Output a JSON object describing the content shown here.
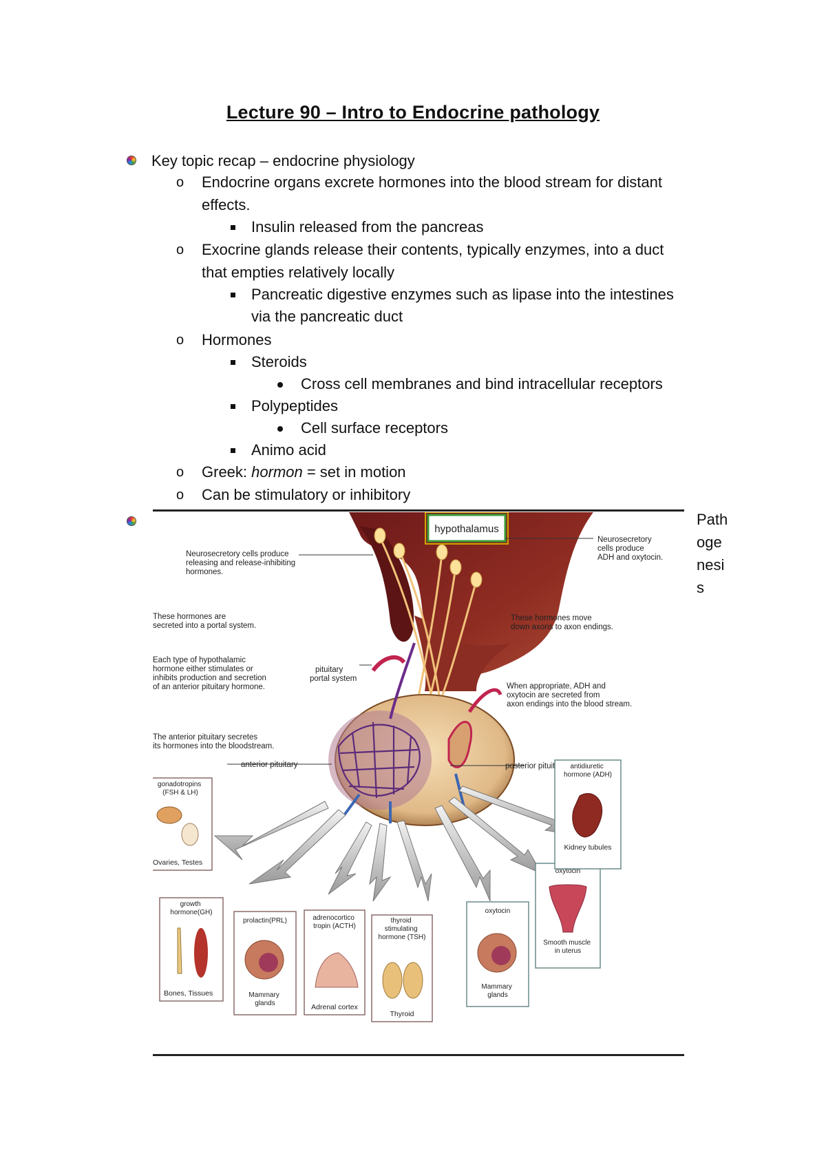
{
  "title": "Lecture 90 – Intro to Endocrine pathology",
  "section1": {
    "heading": "Key topic recap – endocrine physiology",
    "items": [
      {
        "text": [
          "Endocrine organs excrete hormones into the blood stream for distant",
          "effects."
        ],
        "sub": [
          "Insulin released from the pancreas"
        ]
      },
      {
        "text": [
          "Exocrine glands release their contents, typically enzymes, into a duct",
          "that empties relatively locally"
        ],
        "sub": [
          "Pancreatic digestive enzymes such as lipase into the intestines",
          "via the pancreatic duct"
        ]
      },
      {
        "text": [
          "Hormones"
        ],
        "sub_items": [
          {
            "label": "Steroids",
            "detail": "Cross cell membranes and bind intracellular receptors"
          },
          {
            "label": "Polypeptides",
            "detail": "Cell surface receptors"
          },
          {
            "label": "Animo acid"
          }
        ]
      },
      {
        "greek_prefix": "Greek: ",
        "greek_word": "hormon",
        "greek_suffix": " = set in motion"
      },
      {
        "text": [
          "Can be stimulatory or inhibitory"
        ]
      }
    ]
  },
  "section2": {
    "side_label": [
      "Path",
      "oge",
      "nesi",
      "s"
    ]
  },
  "diagram": {
    "hypothalamus_label": "hypothalamus",
    "left_note_1": [
      "Neurosecretory cells produce",
      "releasing and release-inhibiting",
      "hormones."
    ],
    "right_note_1": [
      "Neurosecretory",
      "cells produce",
      "ADH and oxytocin."
    ],
    "left_note_2": [
      "These hormones are",
      "secreted into a portal system."
    ],
    "right_note_2": [
      "These hormones move",
      "down axons to axon endings."
    ],
    "left_note_3": [
      "Each type of hypothalamic",
      "hormone either stimulates or",
      "inhibits production and secretion",
      "of an anterior pituitary hormone."
    ],
    "portal_label": [
      "pituitary",
      "portal system"
    ],
    "right_note_3": [
      "When appropriate, ADH and",
      "oxytocin are secreted from",
      "axon endings into the blood stream."
    ],
    "left_note_4": [
      "The anterior pituitary secretes",
      "its hormones into the bloodstream."
    ],
    "anterior_label": "anterior pituitary",
    "posterior_label": "posterior pituitary",
    "boxes": {
      "gonadotropins": {
        "title": [
          "gonadotropins",
          "(FSH & LH)"
        ],
        "caption": [
          "Ovaries, Testes"
        ]
      },
      "growth": {
        "title": [
          "growth",
          "hormone(GH)"
        ],
        "caption": [
          "Bones, Tissues"
        ]
      },
      "prolactin": {
        "title": [
          "prolactin(PRL)"
        ],
        "caption": [
          "Mammary",
          "glands"
        ]
      },
      "acth": {
        "title": [
          "adrenocortico",
          "tropin (ACTH)"
        ],
        "caption": [
          "Adrenal cortex"
        ]
      },
      "tsh": {
        "title": [
          "thyroid",
          "stimulating",
          "hormone (TSH)"
        ],
        "caption": [
          "Thyroid"
        ]
      },
      "oxytocin_mammary": {
        "title": [
          "oxytocin"
        ],
        "caption": [
          "Mammary",
          "glands"
        ]
      },
      "oxytocin_uterus": {
        "title": [
          "oxytocin"
        ],
        "caption": [
          "Smooth muscle",
          "in uterus"
        ]
      },
      "adh": {
        "title": [
          "antidiuretic",
          "hormone (ADH)"
        ],
        "caption": [
          "Kidney tubules"
        ]
      }
    }
  }
}
